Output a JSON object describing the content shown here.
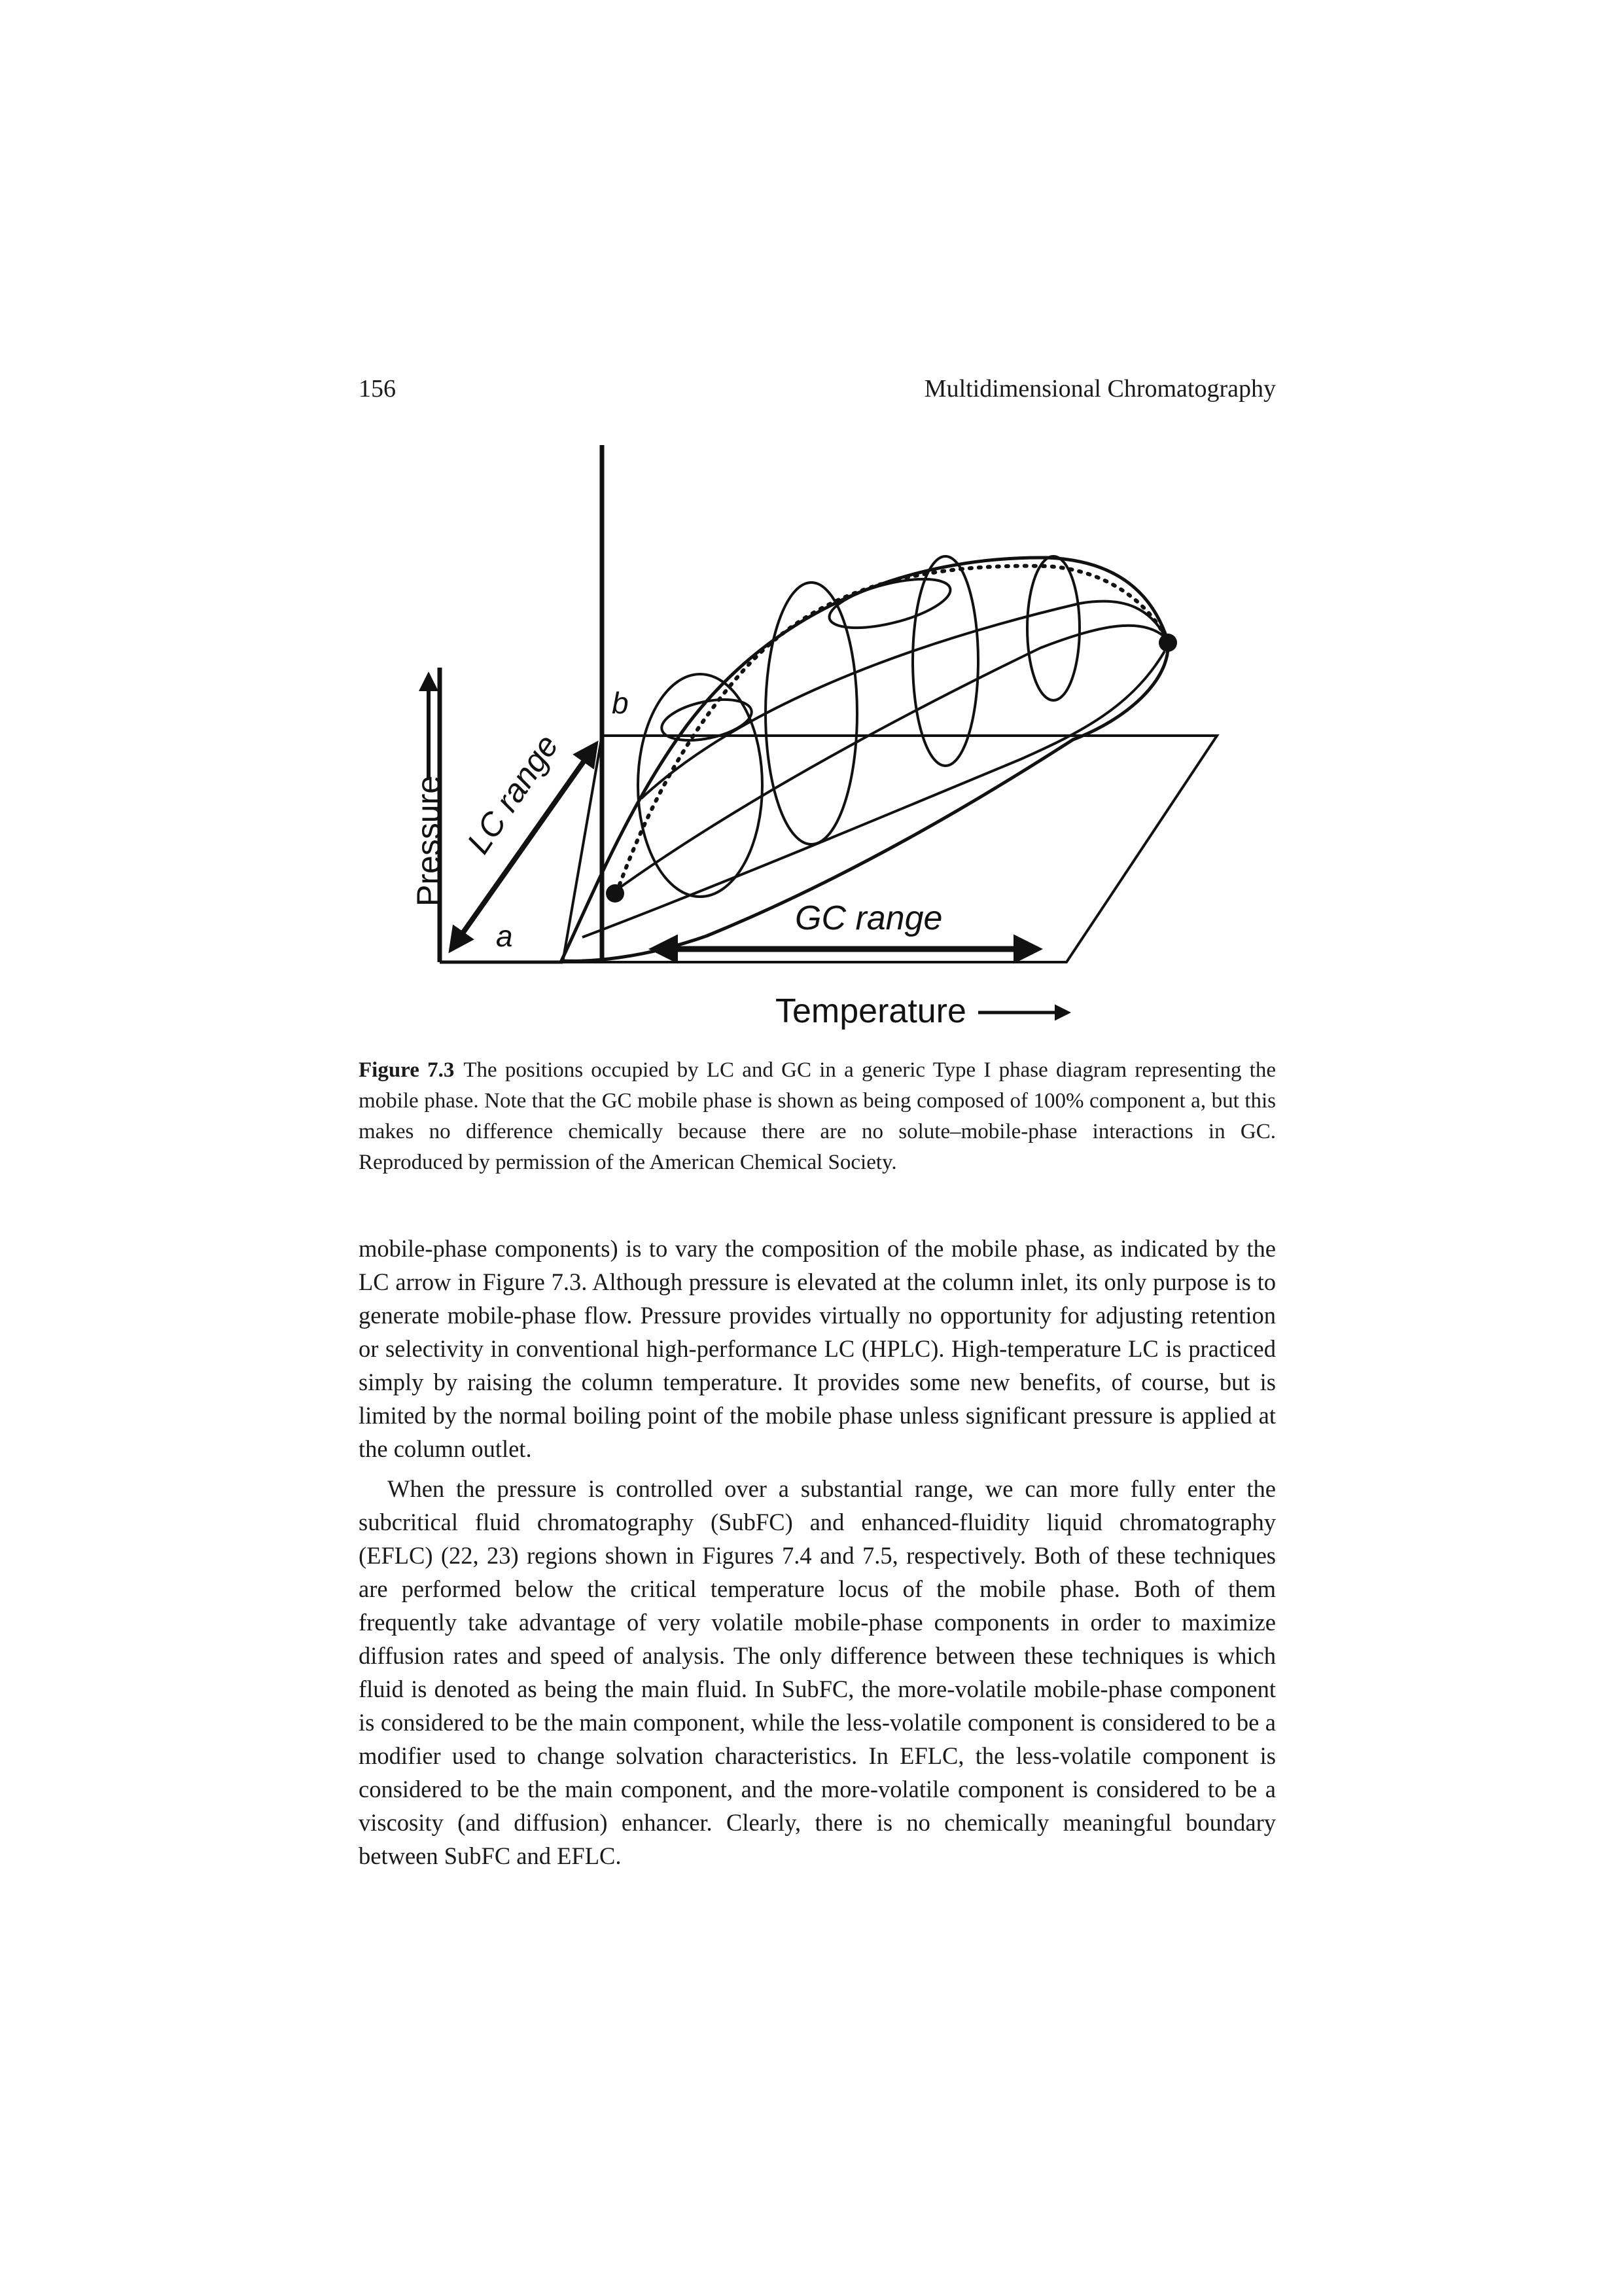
{
  "header": {
    "page_number": "156",
    "running_title": "Multidimensional Chromatography"
  },
  "figure": {
    "labels": {
      "pressure": "Pressure",
      "lc_range": "LC range",
      "gc_range": "GC range",
      "temperature": "Temperature",
      "point_a": "a",
      "point_b": "b"
    },
    "caption_label": "Figure 7.3",
    "caption_text": "The positions occupied by LC and GC in a generic Type I phase diagram representing the mobile phase. Note that the GC mobile phase is shown as being composed of 100% component a, but this makes no difference chemically because there are no solute–mobile-phase interactions in GC. Reproduced by permission of the American Chemical Society."
  },
  "body": {
    "paragraphs": [
      "mobile-phase components) is to vary the composition of the mobile phase, as indicated by the LC arrow in Figure 7.3. Although pressure is elevated at the column inlet, its only purpose is to generate mobile-phase flow. Pressure provides virtually no opportunity for adjusting retention or selectivity in conventional high-performance LC (HPLC). High-temperature LC is practiced simply by raising the column temperature. It provides some new benefits, of course, but is limited by the normal boiling point of the mobile phase unless significant pressure is applied at the column outlet.",
      "When the pressure is controlled over a substantial range, we can more fully enter the subcritical fluid chromatography (SubFC) and enhanced-fluidity liquid chromatography (EFLC) (22, 23) regions shown in Figures 7.4 and 7.5, respectively. Both of these techniques are performed below the critical temperature locus of the mobile phase. Both of them frequently take advantage of very volatile mobile-phase components in order to maximize diffusion rates and speed of analysis. The only difference between these techniques is which fluid is denoted as being the main fluid. In SubFC, the more-volatile mobile-phase component is considered to be the main component, while the less-volatile component is considered to be a modifier used to change solvation characteristics. In EFLC, the less-volatile component is considered to be the main component, and the more-volatile component is considered to be a viscosity (and diffusion) enhancer. Clearly, there is no chemically meaningful boundary between SubFC and EFLC."
    ]
  }
}
